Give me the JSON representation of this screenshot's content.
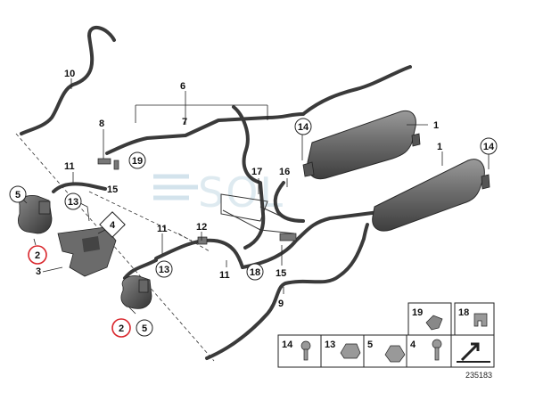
{
  "labels": {
    "l1a": "1",
    "l1b": "1",
    "l2a": "2",
    "l2b": "2",
    "l3": "3",
    "l4": "4",
    "l5a": "5",
    "l5b": "5",
    "l6": "6",
    "l7": "7",
    "l8": "8",
    "l9": "9",
    "l10": "10",
    "l11a": "11",
    "l11b": "11",
    "l11c": "11",
    "l12": "12",
    "l13a": "13",
    "l13b": "13",
    "l14a": "14",
    "l14b": "14",
    "l15a": "15",
    "l15b": "15",
    "l16": "16",
    "l17": "17",
    "l18": "18",
    "l19": "19"
  },
  "legend": {
    "b19": "19",
    "b18": "18",
    "b14": "14",
    "b13": "13",
    "b5": "5",
    "b4": "4"
  },
  "diagram_code": "235183",
  "watermark": "SOL",
  "colors": {
    "highlight": "#d9262c",
    "line": "#222222",
    "part": "#555555"
  }
}
